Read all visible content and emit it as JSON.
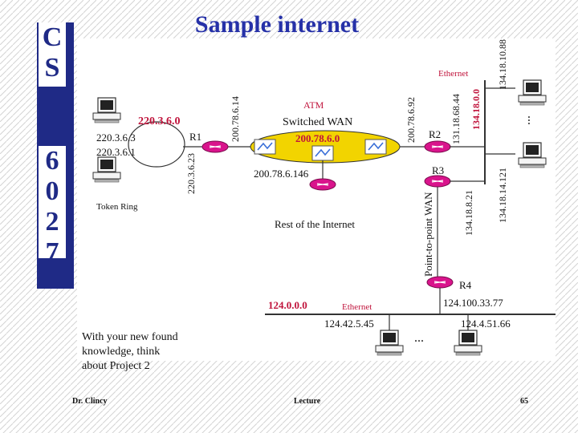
{
  "title": "Sample internet",
  "course": {
    "top": [
      "C",
      "S"
    ],
    "bottom": [
      "6",
      "0",
      "2",
      "7"
    ]
  },
  "note": [
    "With your new found",
    "knowledge, think",
    "about Project 2"
  ],
  "footer": {
    "author": "Dr. Clincy",
    "center": "Lecture",
    "page": "65"
  },
  "diagram": {
    "labels": {
      "net_token_ring": "220.3.6.0",
      "host_a": "220.3.6.3",
      "host_b": "220.3.6.1",
      "token_ring": "Token Ring",
      "r1_left": "220.3.6.23",
      "r1_top": "200.78.6.14",
      "r1": "R1",
      "atm": "ATM",
      "switched_wan": "Switched WAN",
      "net_atm": "200.78.6.0",
      "r3_atm": "200.78.6.146",
      "r2_atm": "200.78.6.92",
      "r2_right": "131.18.68.44",
      "net_eth_top": "134.18.0.0",
      "r2_eth": "134.18.10.88",
      "ethernet_top": "Ethernet",
      "r2": "R2",
      "r3": "R3",
      "r3_eth": "134.18.14.121",
      "r3_ptp": "134.18.8.21",
      "ptp": "Point-to-point WAN",
      "rest": "Rest of the Internet",
      "r4": "R4",
      "net_eth_bottom": "124.0.0.0",
      "ethernet_bottom": "Ethernet",
      "r4_addr": "124.100.33.77",
      "host_c": "124.42.5.45",
      "host_d": "124.4.51.66",
      "dots": "..."
    }
  },
  "colors": {
    "accent": "#1f2a86",
    "title": "#2631a8",
    "network": "#c0143c",
    "router": "#d9148c",
    "switch": "#f2d400"
  }
}
